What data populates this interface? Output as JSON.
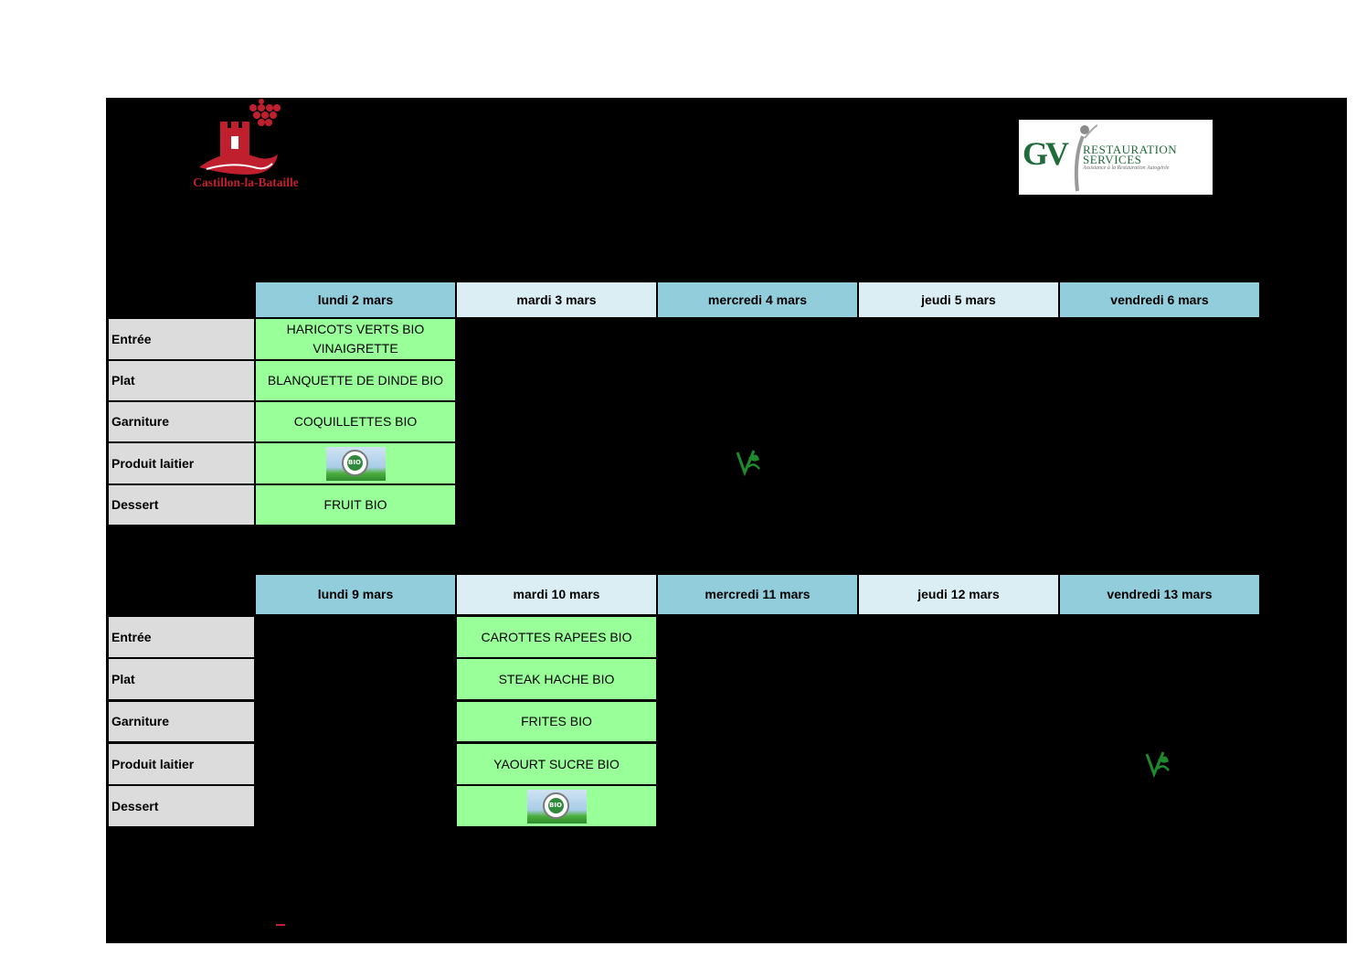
{
  "logos": {
    "town_name": "Castillon-la-Bataille",
    "caterer_main": "RESTAURATION",
    "caterer_sub": "SERVICES",
    "caterer_tagline": "Assistance à la Restauration Autogérée",
    "caterer_initials": "GV"
  },
  "row_labels": [
    "Entrée",
    "Plat",
    "Garniture",
    "Produit laitier",
    "Dessert"
  ],
  "week1": {
    "days": [
      "lundi 2 mars",
      "mardi 3 mars",
      "mercredi 4 mars",
      "jeudi 5 mars",
      "vendredi 6 mars"
    ],
    "monday": {
      "entree_line1": "HARICOTS VERTS BIO",
      "entree_line2": "VINAIGRETTE",
      "plat": "BLANQUETTE DE DINDE BIO",
      "garniture": "COQUILLETTES BIO",
      "dessert": "FRUIT BIO"
    },
    "badge_text": "BIO"
  },
  "week2": {
    "days": [
      "lundi 9 mars",
      "mardi 10 mars",
      "mercredi 11 mars",
      "jeudi 12 mars",
      "vendredi 13 mars"
    ],
    "tuesday": {
      "entree": "CAROTTES RAPEES BIO",
      "plat": "STEAK HACHE BIO",
      "garniture": "FRITES BIO",
      "produit_laitier": "YAOURT SUCRE BIO"
    },
    "badge_text": "BIO"
  },
  "icons": {
    "vegetarian": "vegetarian-leaf-icon",
    "bio": "bio-label-icon"
  },
  "colors": {
    "header_dark": "#92cddc",
    "header_light": "#dbeef4",
    "label_bg": "#dcdcdc",
    "bio_food_bg": "#99ff99",
    "castle_red": "#c0202e"
  }
}
